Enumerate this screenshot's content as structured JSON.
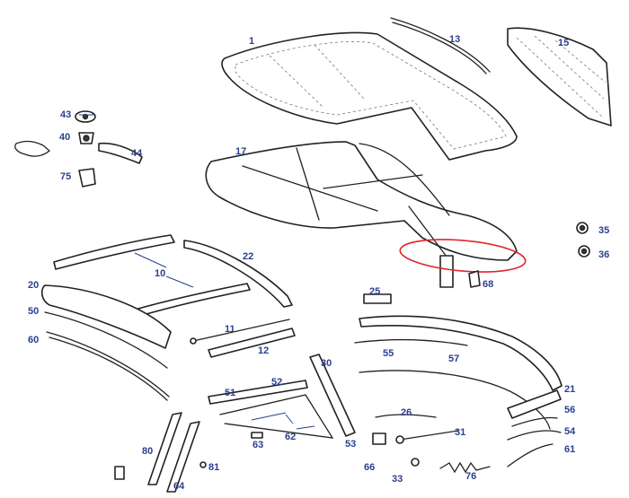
{
  "diagram": {
    "callouts": [
      {
        "id": "c1",
        "label": "1"
      },
      {
        "id": "c13",
        "label": "13"
      },
      {
        "id": "c15",
        "label": "15"
      },
      {
        "id": "c43",
        "label": "43"
      },
      {
        "id": "c40",
        "label": "40"
      },
      {
        "id": "c44",
        "label": "44"
      },
      {
        "id": "c75",
        "label": "75"
      },
      {
        "id": "c17",
        "label": "17"
      },
      {
        "id": "c35",
        "label": "35"
      },
      {
        "id": "c36",
        "label": "36"
      },
      {
        "id": "c22",
        "label": "22"
      },
      {
        "id": "c10",
        "label": "10"
      },
      {
        "id": "c20",
        "label": "20"
      },
      {
        "id": "c68",
        "label": "68"
      },
      {
        "id": "c25",
        "label": "25"
      },
      {
        "id": "c50",
        "label": "50"
      },
      {
        "id": "c11",
        "label": "11"
      },
      {
        "id": "c60",
        "label": "60"
      },
      {
        "id": "c12",
        "label": "12"
      },
      {
        "id": "c55",
        "label": "55"
      },
      {
        "id": "c57",
        "label": "57"
      },
      {
        "id": "c30",
        "label": "30"
      },
      {
        "id": "c52",
        "label": "52"
      },
      {
        "id": "c51",
        "label": "51"
      },
      {
        "id": "c21",
        "label": "21"
      },
      {
        "id": "c26",
        "label": "26"
      },
      {
        "id": "c56",
        "label": "56"
      },
      {
        "id": "c31",
        "label": "31"
      },
      {
        "id": "c54",
        "label": "54"
      },
      {
        "id": "c62",
        "label": "62"
      },
      {
        "id": "c63",
        "label": "63"
      },
      {
        "id": "c53",
        "label": "53"
      },
      {
        "id": "c80",
        "label": "80"
      },
      {
        "id": "c61",
        "label": "61"
      },
      {
        "id": "c81",
        "label": "81"
      },
      {
        "id": "c66",
        "label": "66"
      },
      {
        "id": "c33",
        "label": "33"
      },
      {
        "id": "c76",
        "label": "76"
      },
      {
        "id": "c64",
        "label": "64"
      }
    ],
    "highlight_color": "#e0262b",
    "callout_color": "#2a3f8f"
  }
}
